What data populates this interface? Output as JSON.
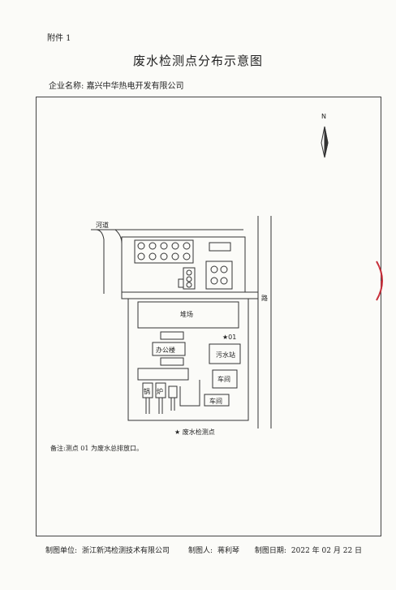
{
  "header": {
    "attachment": "附件 1",
    "title": "废水检测点分布示意图",
    "company_label": "企业名称:",
    "company_name": "嘉兴中华热电开发有限公司"
  },
  "diagram": {
    "north": "N",
    "river": "河道",
    "road": "路",
    "stockyard": "堆场",
    "office": "办公楼",
    "boiler_char_1": "锅",
    "boiler_char_2": "炉",
    "sewage_station": "污水站",
    "workshop_1": "车间",
    "workshop_2": "车间",
    "point_label": "★01",
    "legend": "★ 废水检测点"
  },
  "note": "备注:测点 01 为废水总排放口。",
  "footer": {
    "maker_unit_label": "制图单位:",
    "maker_unit": "浙江新鸿检测技术有限公司",
    "maker_person_label": "制图人:",
    "maker_person": "蒋利琴",
    "date_label": "制图日期:",
    "date": "2022 年 02 月 22 日"
  },
  "colors": {
    "line": "#333333",
    "seal": "#c62f3a"
  }
}
